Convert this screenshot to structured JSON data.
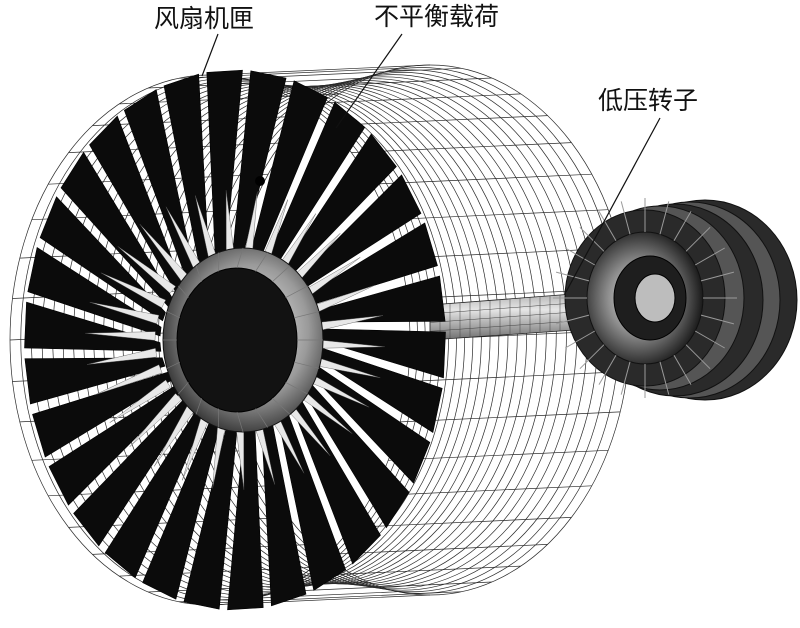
{
  "labels": {
    "fan_casing": "风扇机匣",
    "unbalance_load": "不平衡载荷",
    "lp_rotor": "低压转子"
  },
  "colors": {
    "mesh": "#2a2a2a",
    "blade": "#0b0b0b",
    "shaft_light": "#d9d9d9",
    "shaft_dark": "#7a7a7a",
    "leader": "#111111"
  },
  "structure": {
    "fan_blade_count": 30,
    "casing_axial_rings": 24,
    "casing_circumferential_lines": 40
  }
}
